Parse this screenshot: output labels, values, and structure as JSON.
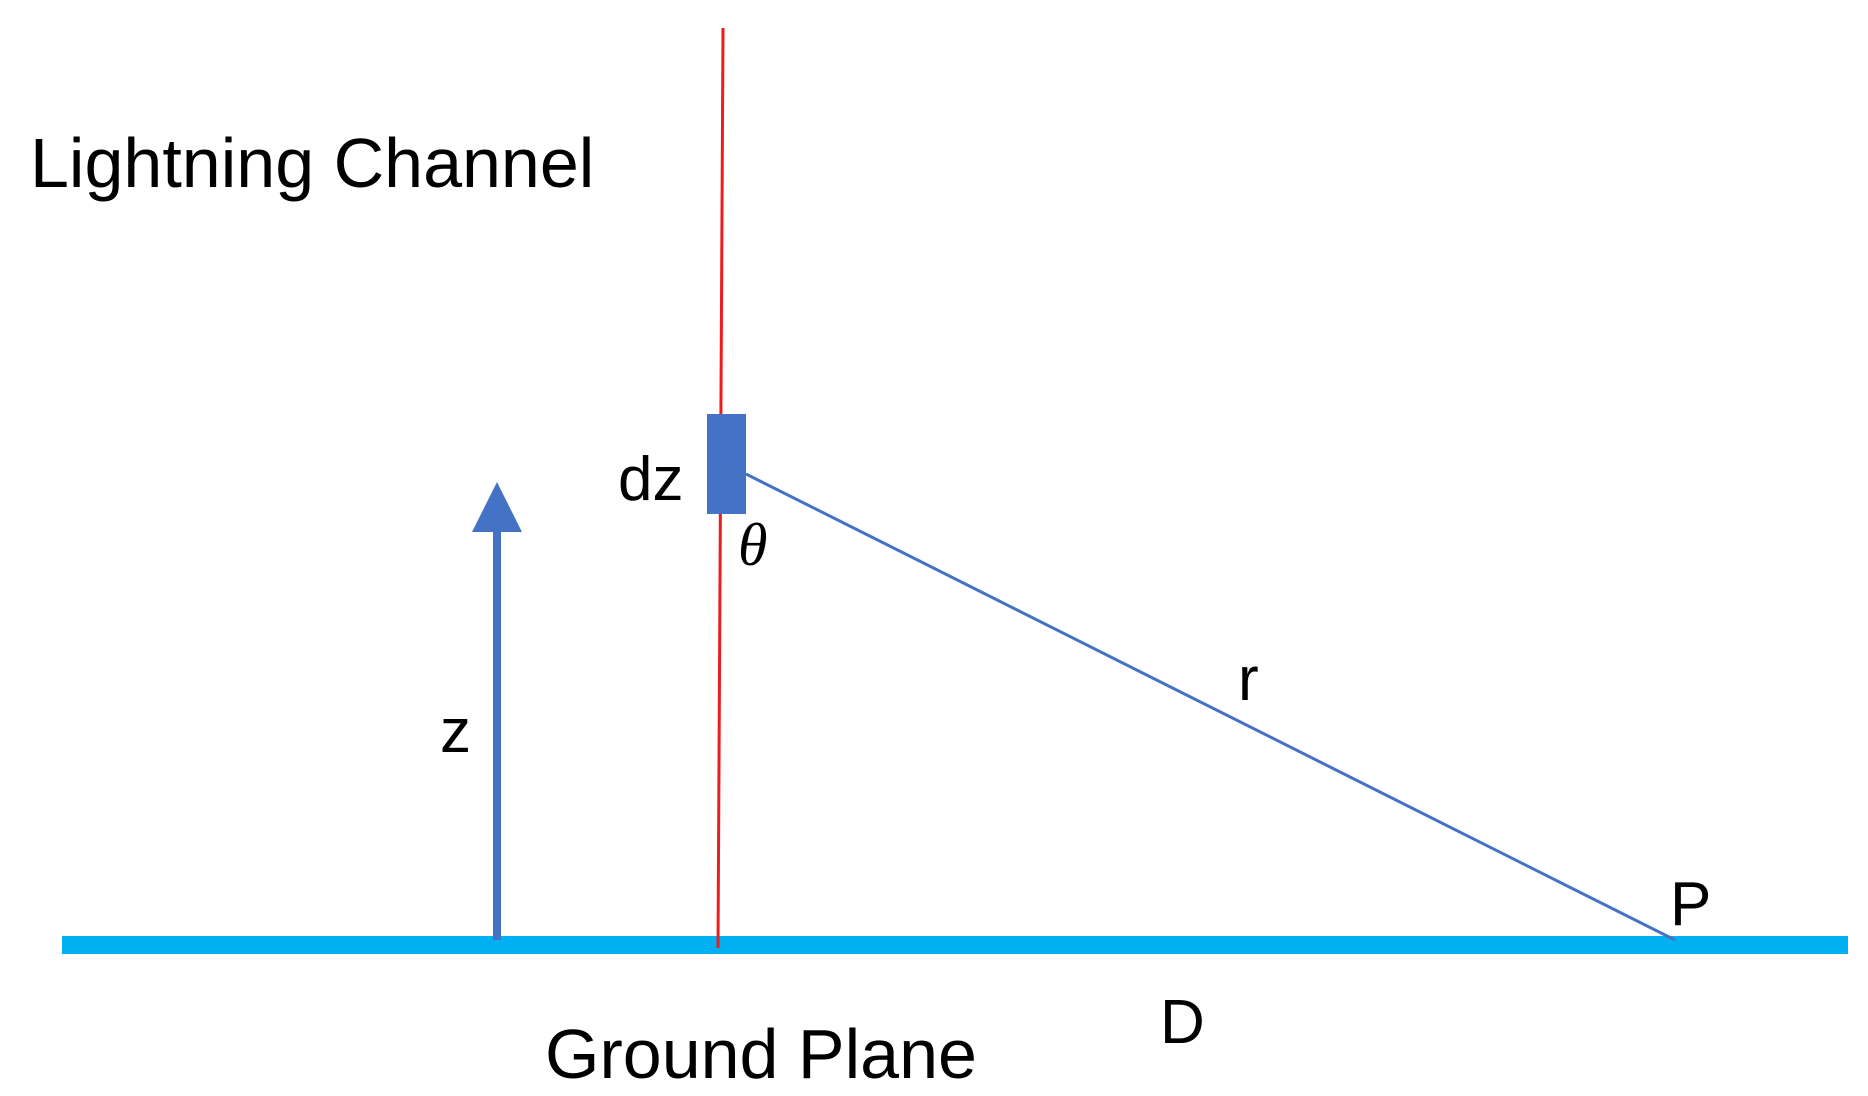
{
  "labels": {
    "channel": "Lightning Channel",
    "ground": "Ground Plane",
    "element": "dz",
    "angle": "θ",
    "distance_r": "r",
    "height_z": "z",
    "point": "P",
    "horizontal_d": "D"
  },
  "colors": {
    "channel_line": "#ee1c1c",
    "ground_line": "#00b0f0",
    "vector": "#4472c4",
    "text": "#000000"
  }
}
